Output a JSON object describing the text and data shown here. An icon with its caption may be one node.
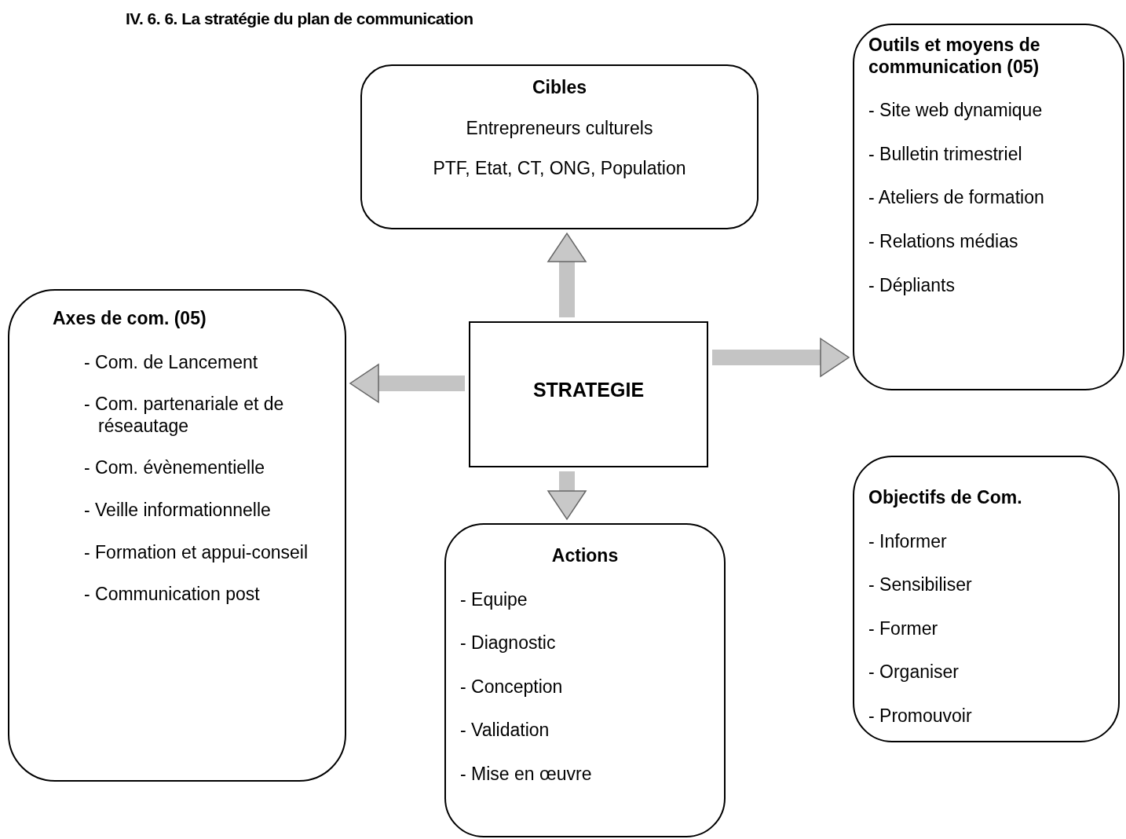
{
  "diagram": {
    "title": "IV. 6. 6. La stratégie du plan de communication",
    "nodes": [
      {
        "text": [
          "Cibles",
          "Entrepreneurs culturels",
          "PTF, Etat, CT, ONG, Population"
        ]
      },
      {
        "text": [
          "Outils et moyens de communication (05)",
          "- Site web dynamique",
          "- Bulletin trimestriel",
          "- Ateliers de formation",
          "- Relations médias",
          "- Dépliants"
        ]
      },
      {
        "text": [
          "Axes de com. (05)",
          "- Com. de Lancement",
          "- Com. partenariale et de réseautage",
          "- Com. évènementielle",
          "- Veille informationnelle",
          "- Formation et appui-conseil",
          "- Communication post"
        ]
      },
      {
        "text": [
          "STRATEGIE"
        ]
      },
      {
        "text": [
          "Actions",
          "- Equipe",
          "- Diagnostic",
          "- Conception",
          "- Validation",
          "- Mise en œuvre"
        ]
      },
      {
        "text": [
          "Objectifs de Com.",
          "- Informer",
          "- Sensibiliser",
          "- Former",
          "- Organiser",
          "- Promouvoir"
        ]
      }
    ],
    "edges": [
      {
        "from": 3,
        "to": 0,
        "arrow": "to"
      },
      {
        "from": 3,
        "to": 1,
        "arrow": "to"
      },
      {
        "from": 3,
        "to": 2,
        "arrow": "to"
      },
      {
        "from": 3,
        "to": 4,
        "arrow": "to"
      }
    ]
  }
}
